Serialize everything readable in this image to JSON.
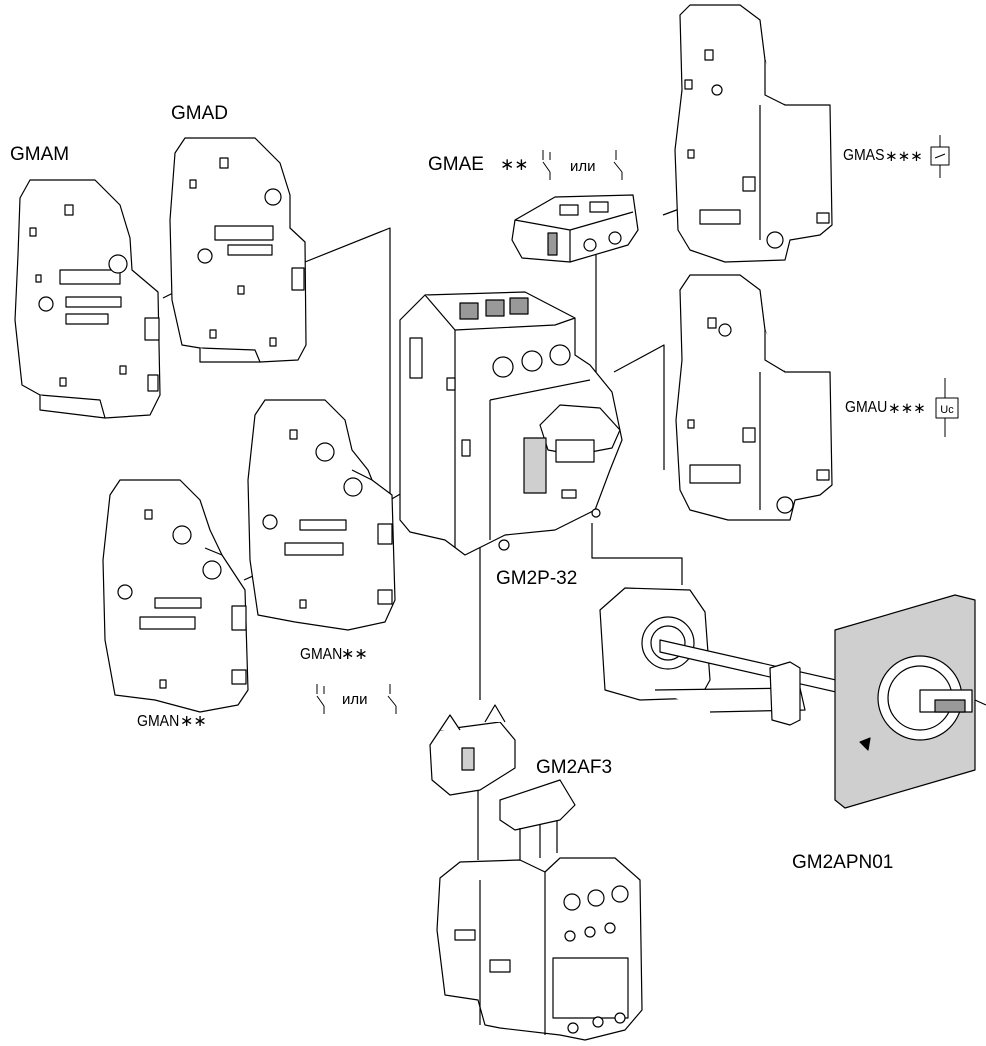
{
  "labels": {
    "gmam": "GMAM",
    "gmad": "GMAD",
    "gmae": "GMAE",
    "gmae_stars": "∗∗",
    "gmae_or": "или",
    "gmas": "GMAS",
    "gmas_stars": "∗∗∗",
    "gmau": "GMAU",
    "gmau_stars": "∗∗∗",
    "gmau_symbol": "Uc",
    "gm2p": "GM2P-32",
    "gman_right": "GMAN",
    "gman_right_stars": "∗∗",
    "gman_or": "или",
    "gman_left": "GMAN",
    "gman_left_stars": "∗∗",
    "gm2af3": "GM2AF3",
    "gm2apn01": "GM2APN01"
  },
  "colors": {
    "line": "#000000",
    "panel": "#cfcfcf",
    "paper": "#ffffff"
  }
}
